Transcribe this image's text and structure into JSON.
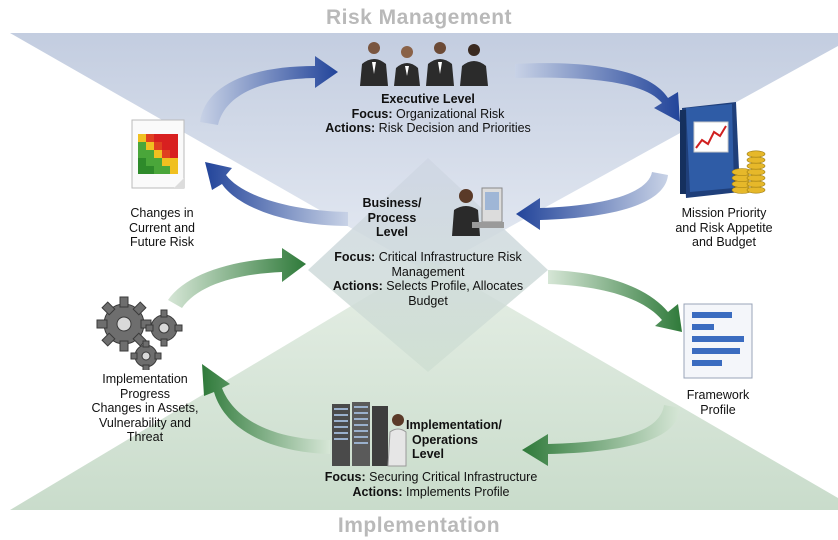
{
  "title_top": "Risk Management",
  "title_bottom": "Implementation",
  "executive": {
    "heading": "Executive Level",
    "focus_label": "Focus:",
    "focus_text": "Organizational Risk",
    "actions_label": "Actions:",
    "actions_text": "Risk Decision and Priorities",
    "icon": "business-people-icon"
  },
  "business": {
    "heading_line1": "Business/",
    "heading_line2": "Process",
    "heading_line3": "Level",
    "focus_label": "Focus:",
    "focus_text": "Critical Infrastructure Risk",
    "focus_text2": "Management",
    "actions_label": "Actions:",
    "actions_text": "Selects Profile, Allocates",
    "actions_text2": "Budget",
    "icon": "computer-worker-icon"
  },
  "implementation_level": {
    "heading_line1": "Implementation/",
    "heading_line2": "Operations",
    "heading_line3": "Level",
    "focus_label": "Focus:",
    "focus_text": "Securing Critical Infrastructure",
    "actions_label": "Actions:",
    "actions_text": "Implements Profile",
    "icon": "server-rack-icon"
  },
  "left_top": {
    "line1": "Changes in",
    "line2": "Current and",
    "line3": "Future Risk",
    "icon": "risk-heatmap-document-icon"
  },
  "right_top": {
    "line1": "Mission Priority",
    "line2": "and Risk Appetite",
    "line3": "and Budget",
    "icon": "budget-binder-icon"
  },
  "left_bottom": {
    "line1": "Implementation",
    "line2": "Progress",
    "line3": "Changes in Assets,",
    "line4": "Vulnerability and",
    "line5": "Threat",
    "icon": "gears-icon"
  },
  "right_bottom": {
    "line1": "Framework",
    "line2": "Profile",
    "icon": "framework-profile-document-icon"
  },
  "colors": {
    "upper_fill": "#d4dcea",
    "lower_fill": "#d6e4d7",
    "blue_arrow": "#22449a",
    "green_arrow": "#2f7a3a",
    "title_gray": "#b9b9b9"
  }
}
